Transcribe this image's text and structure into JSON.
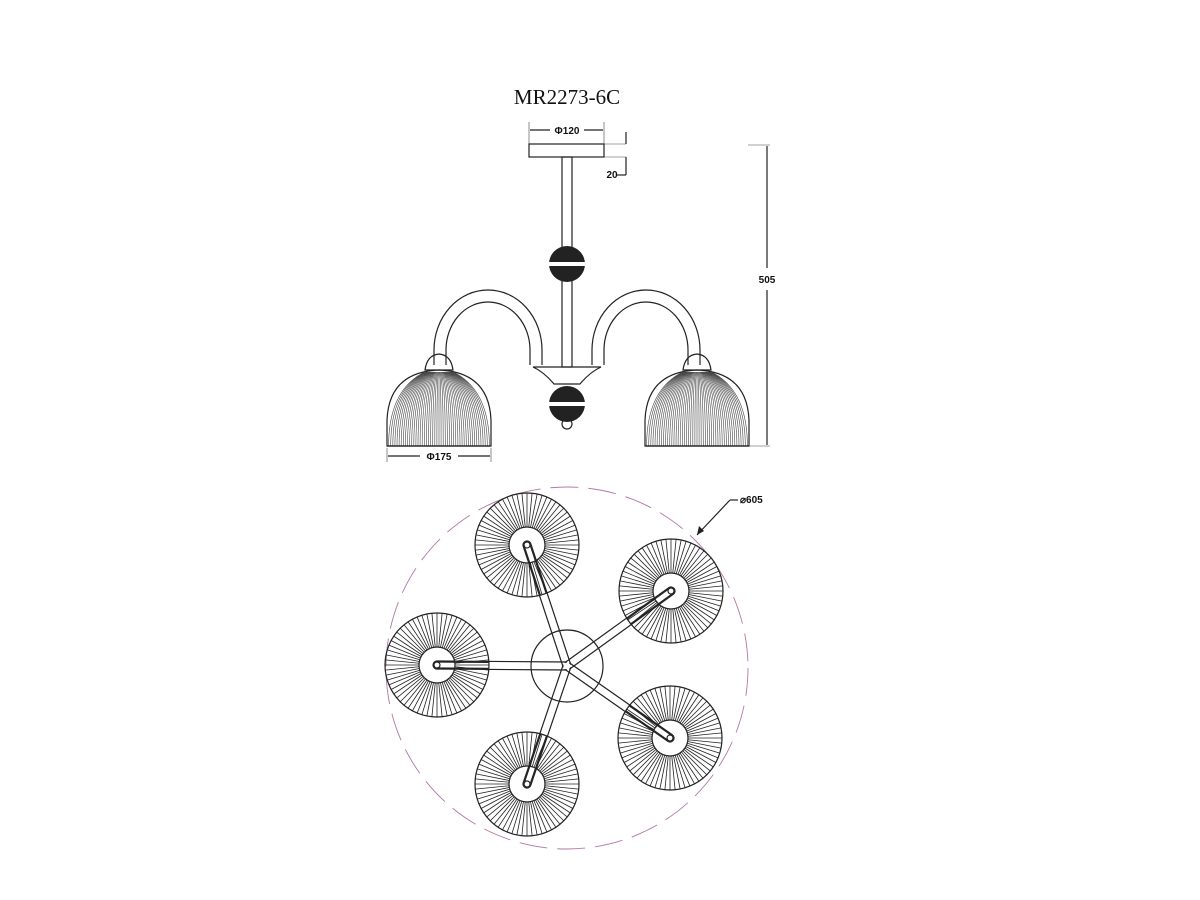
{
  "title": "MR2273-6C",
  "dimensions": {
    "canopy_diameter": "Φ120",
    "canopy_height": "20",
    "total_height": "505",
    "shade_diameter": "Φ175",
    "overall_diameter": "⌀605"
  },
  "colors": {
    "line": "#222222",
    "dashed_circle": "#b07aa8"
  },
  "top_view": {
    "arm_count": 5
  }
}
